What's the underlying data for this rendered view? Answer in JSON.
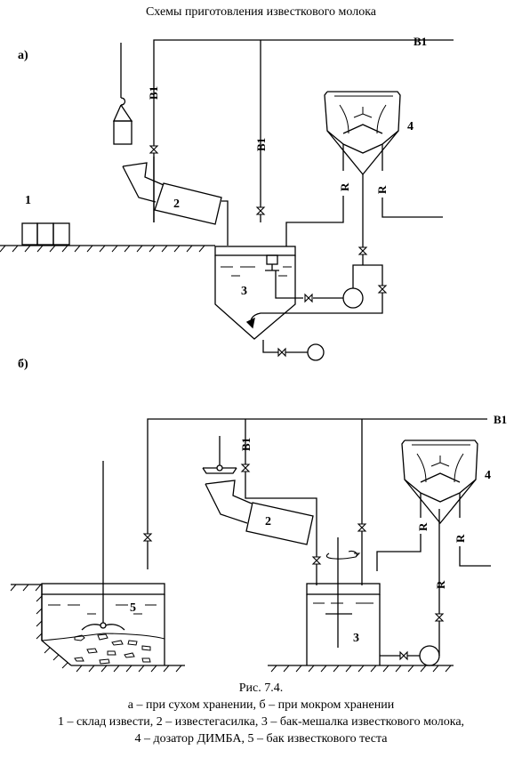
{
  "title": "Схемы приготовления известкового молока",
  "panel_a": {
    "label": "а)",
    "pipe_labels": [
      "В1",
      "В1",
      "В1",
      "R",
      "R"
    ],
    "items": [
      "1",
      "2",
      "3",
      "4"
    ]
  },
  "panel_b": {
    "label": "б)",
    "pipe_labels": [
      "В1",
      "В1",
      "R",
      "R",
      "R"
    ],
    "items": [
      "2",
      "3",
      "4",
      "5"
    ]
  },
  "caption": {
    "fig": "Рис. 7.4.",
    "line1": "а – при сухом хранении, б – при мокром хранении",
    "line2": "1 – склад извести, 2 – известегасилка, 3 – бак-мешалка известкового молока,",
    "line3": "4 – дозатор ДИМБА, 5 – бак известкового теста"
  }
}
